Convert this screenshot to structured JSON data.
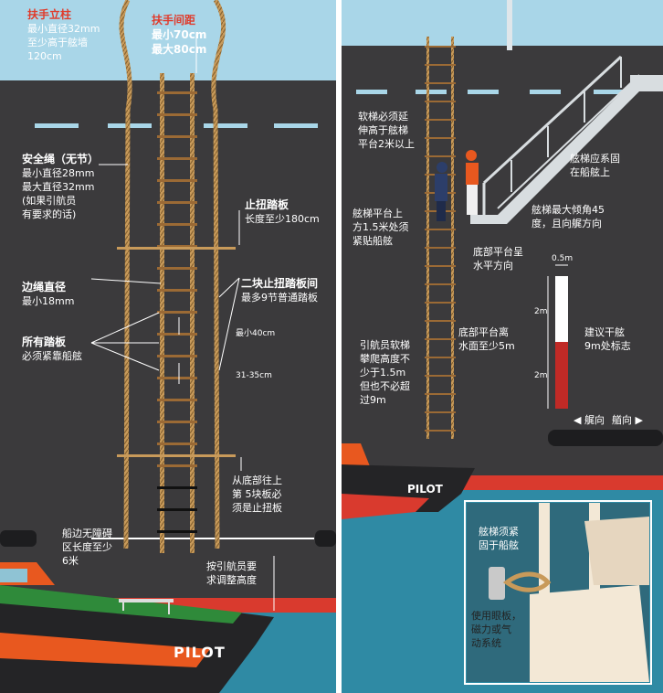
{
  "colors": {
    "sky": "#a9d6e8",
    "hull": "#3b3a3c",
    "sea": "#2f8aa4",
    "pilot_boat": "#e8581f",
    "red_band": "#d93a2e",
    "rope": "#c89a5a",
    "label_red": "#e03a2a"
  },
  "left": {
    "handhold_title": "扶手立柱",
    "handhold_l1": "最小直径32mm",
    "handhold_l2": "至少高于舷墙",
    "handhold_l3": "120cm",
    "spacing_title": "扶手间距",
    "spacing_l1": "最小70cm",
    "spacing_l2": "最大80cm",
    "safety_title": "安全绳（无节）",
    "safety_l1": "最小直径28mm",
    "safety_l2": "最大直径32mm",
    "safety_l3": "(如果引航员",
    "safety_l4": "有要求的话)",
    "spreader_title": "止扭踏板",
    "spreader_l1": "长度至少180cm",
    "siderope_title": "边绳直径",
    "siderope_l1": "最小18mm",
    "between_title": "二块止扭踏板间",
    "between_l1": "最多9节普通踏板",
    "min40": "最小40cm",
    "allsteps_title": "所有踏板",
    "allsteps_l1": "必须紧靠船舷",
    "spacing3135": "31-35cm",
    "fifth_l1": "从底部往上",
    "fifth_l2": "第 5块板必",
    "fifth_l3": "须是止扭板",
    "clear_l1": "船边无障碍",
    "clear_l2": "区长度至少",
    "clear_l3": "6米",
    "height_l1": "按引航员要",
    "height_l2": "求调整高度",
    "boat_name": "PILOT"
  },
  "right": {
    "extend_l1": "软梯必须延",
    "extend_l2": "伸高于舷梯",
    "extend_l3": "平台2米以上",
    "secure_l1": "舷梯应系固",
    "secure_l2": "在船舷上",
    "platform_l1": "舷梯平台上",
    "platform_l2": "方1.5米处须",
    "platform_l3": "紧贴船舷",
    "incline_l1": "舷梯最大倾角45",
    "incline_l2": "度，且向艉方向",
    "horiz_l1": "底部平台呈",
    "horiz_l2": "水平方向",
    "scale_top": "0.5m",
    "scale_2m_a": "2m",
    "scale_2m_b": "2m",
    "mark_l1": "建议干舷",
    "mark_l2": "9m处标志",
    "climb_l1": "引航员软梯",
    "climb_l2": "攀爬高度不",
    "climb_l3": "少于1.5m",
    "climb_l4": "但也不必超",
    "climb_l5": "过9m",
    "water_l1": "底部平台离",
    "water_l2": "水面至少5m",
    "stern": "艉向",
    "bow": "艏向",
    "boat_name": "PILOT",
    "tied_l1": "舷梯须紧",
    "tied_l2": "固于船舷",
    "magnet_l1": "使用眼板，",
    "magnet_l2": "磁力或气",
    "magnet_l3": "动系统"
  }
}
